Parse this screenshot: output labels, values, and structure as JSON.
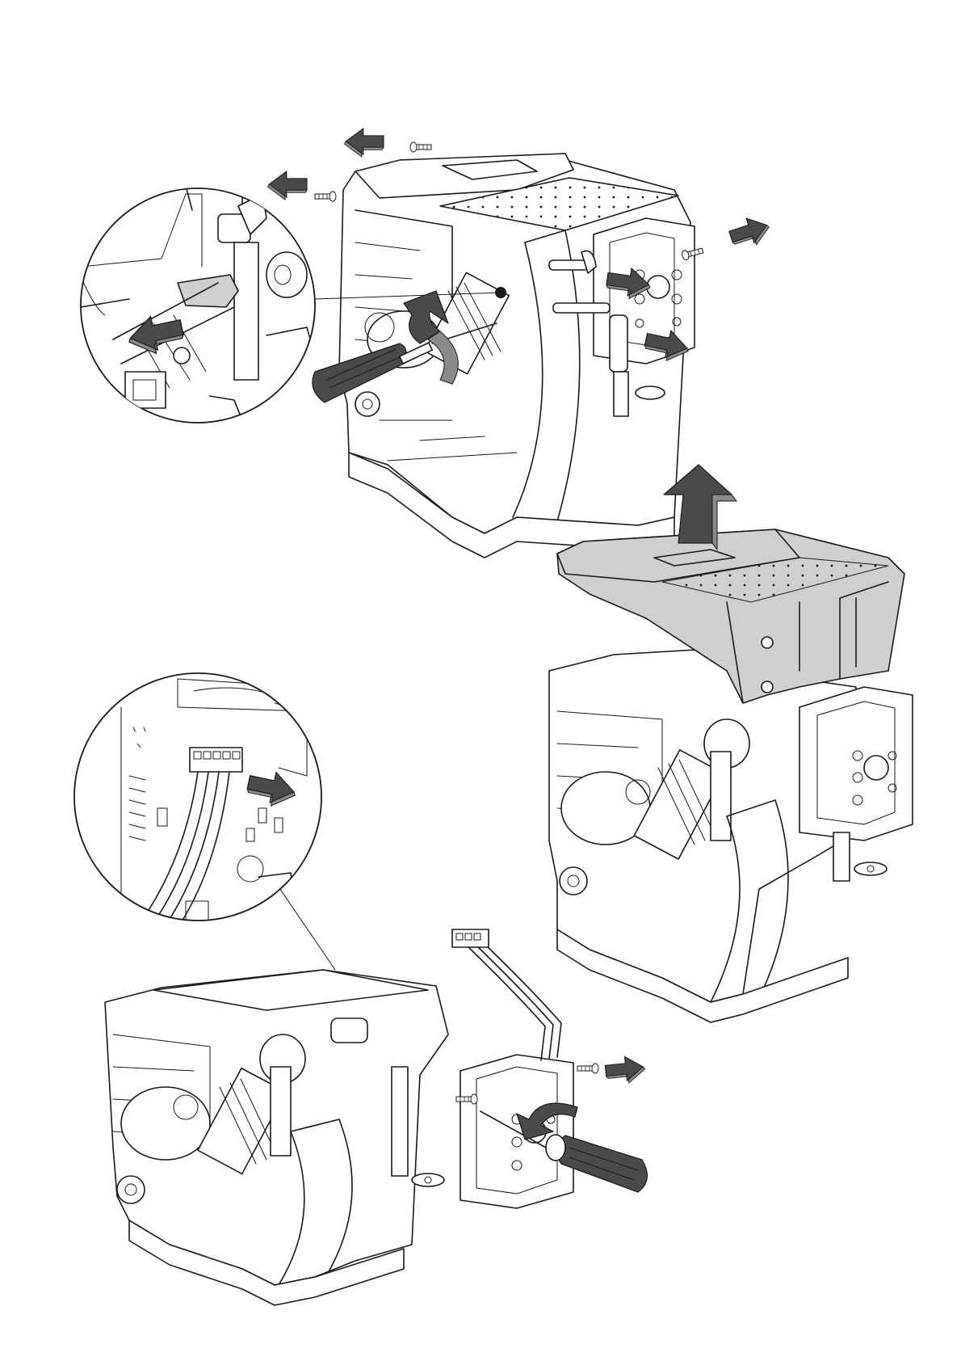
{
  "figure": {
    "steps": [
      {
        "id": "step-remove-screws-and-knobs"
      },
      {
        "id": "step-lift-top-cover"
      },
      {
        "id": "step-remove-control-panel"
      }
    ],
    "colors": {
      "line": "#1a1a1a",
      "arrow": "#4a4a4a",
      "cover_highlight": "#cfcfcf",
      "background": "#ffffff"
    },
    "icons": [
      "arrow-icon",
      "screw-icon",
      "screwdriver-icon",
      "connector-icon",
      "magnifier-circle-icon"
    ]
  }
}
